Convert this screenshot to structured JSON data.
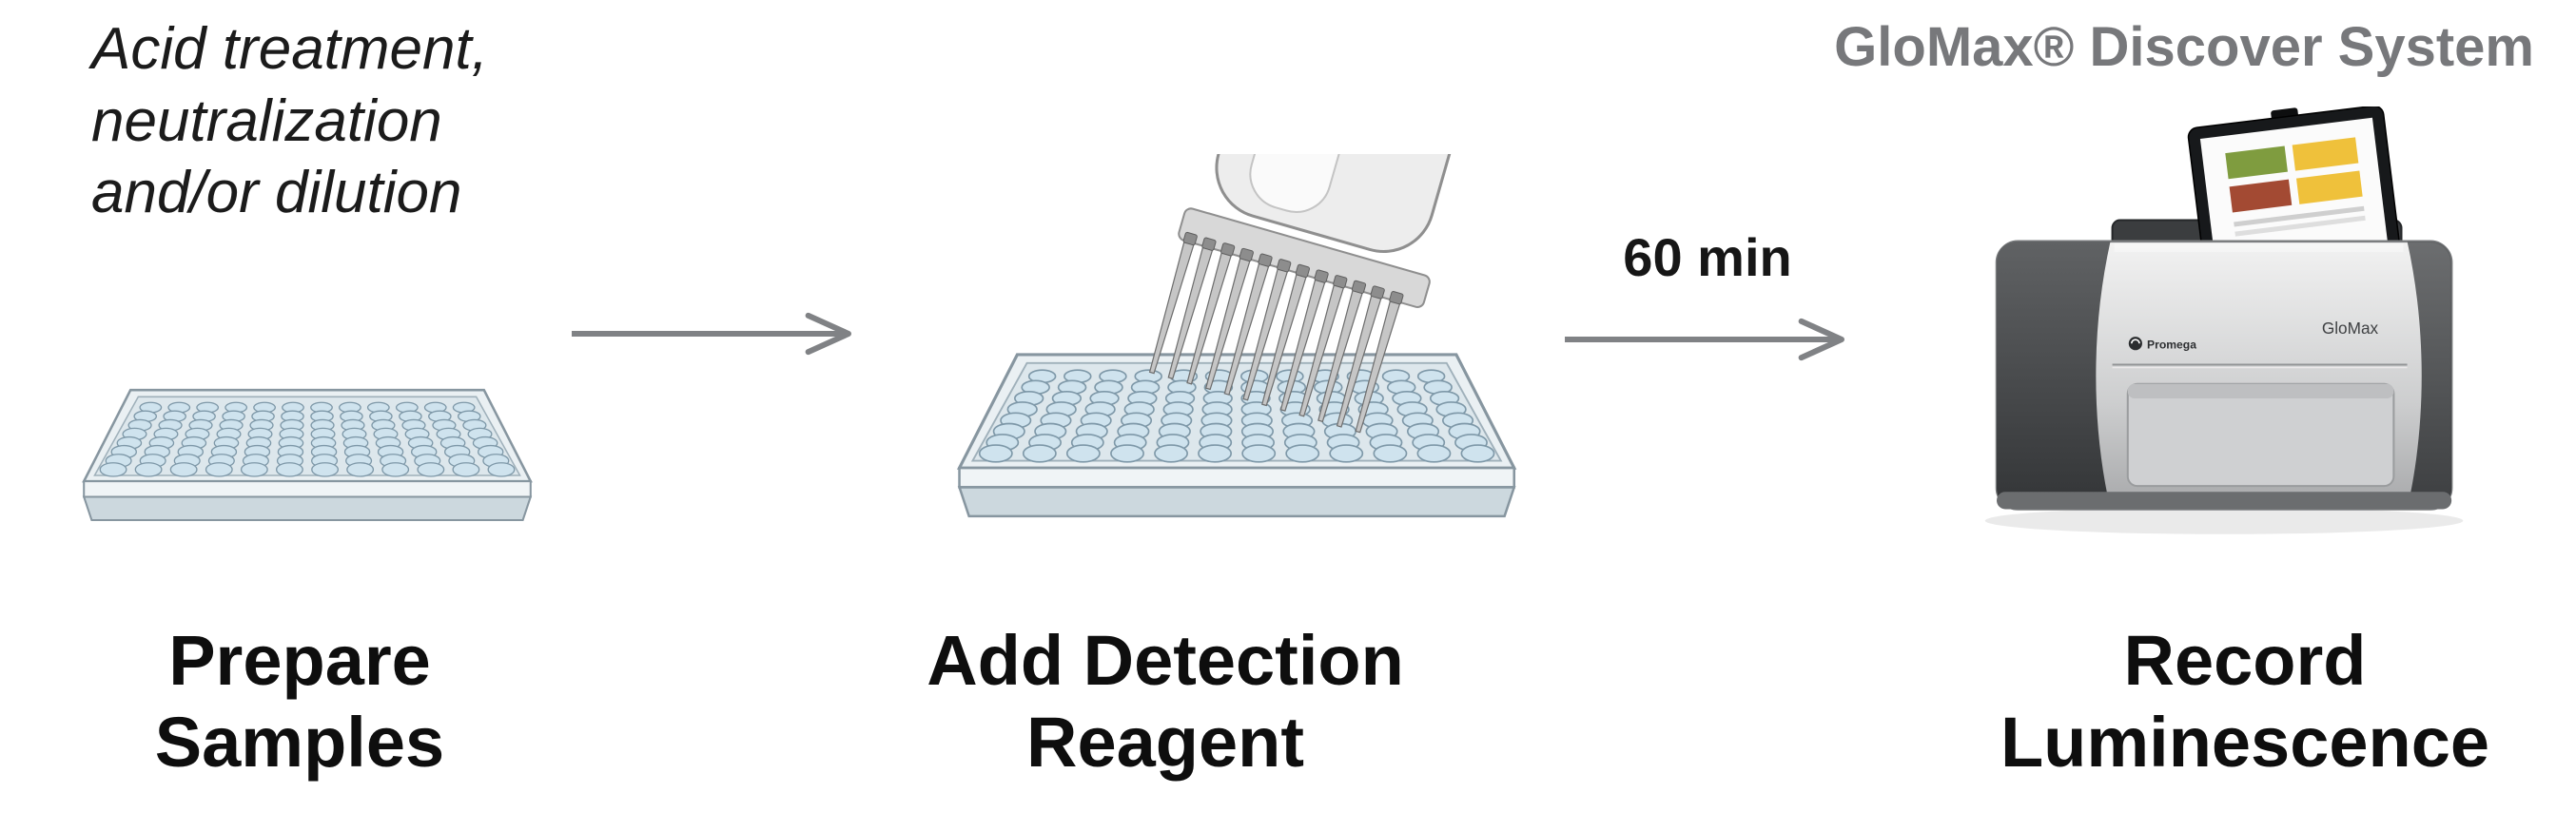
{
  "header": {
    "title": "GloMax® Discover System"
  },
  "annotation": {
    "text": "Acid treatment,\nneutralization\nand/or dilution"
  },
  "steps": [
    {
      "label": "Prepare Samples"
    },
    {
      "label": "Add Detection Reagent"
    },
    {
      "label": "Record Luminescence"
    }
  ],
  "arrows": [
    {
      "label": ""
    },
    {
      "label": "60 min"
    }
  ],
  "instrument": {
    "brand_label": "GloMax",
    "logo_label": "Promega",
    "screen_colors": {
      "top_left": "#7f9c3f",
      "top_right": "#efc13b",
      "bottom_left": "#a34a33",
      "bottom_right": "#efc13b"
    }
  },
  "colors": {
    "arrow": "#808285",
    "well_fill": "#cfe3ee",
    "well_stroke": "#7e98a8"
  }
}
